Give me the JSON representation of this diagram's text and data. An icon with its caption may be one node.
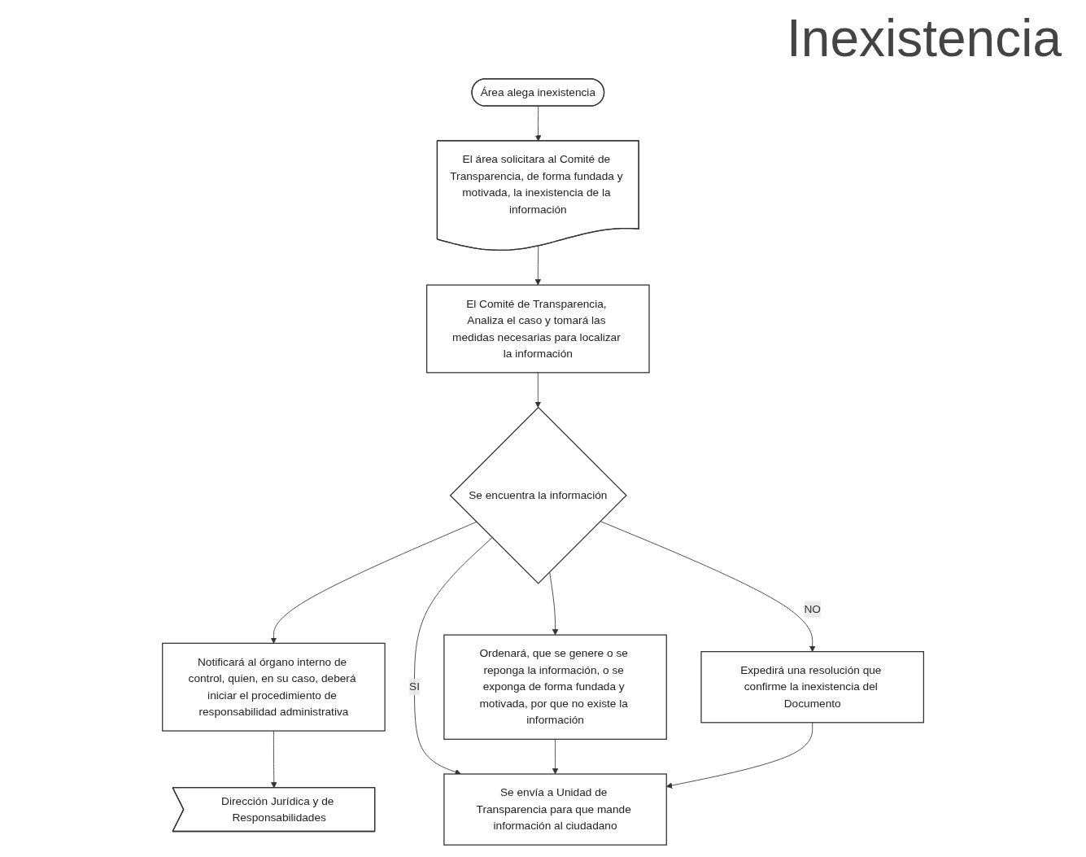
{
  "diagram": {
    "title": "Inexistencia",
    "nodes": [
      {
        "text": [
          "Área alega inexistencia"
        ]
      },
      {
        "text": [
          "El área solicitara al Comité de Transparencia, de forma fundada y motivada, la inexistencia de la información"
        ]
      },
      {
        "text": [
          "El Comité de Transparencia, Analiza el caso y tomará las medidas necesarias para localizar la información"
        ]
      },
      {
        "text": [
          "Se encuentra la información"
        ]
      },
      {
        "text": [
          "Notificará al órgano interno de control, quien, en su caso, deberá iniciar el procedimiento de responsabilidad administrativa"
        ]
      },
      {
        "text": [
          "Dirección Jurídica y de Responsabilidades"
        ]
      },
      {
        "text": [
          "Ordenará, que se genere o se reponga la información, o se exponga de forma fundada y motivada, por que no existe la información"
        ]
      },
      {
        "text": [
          "Expedirá una resolución que confirme la inexistencia del Documento"
        ]
      },
      {
        "text": [
          "Se envía a Unidad de Transparencia para que mande información al ciudadano"
        ]
      }
    ],
    "edges": [
      {
        "from": 0,
        "to": 1,
        "arrow": "to"
      },
      {
        "from": 1,
        "to": 2,
        "arrow": "to"
      },
      {
        "from": 2,
        "to": 3,
        "arrow": "to"
      },
      {
        "from": 3,
        "to": 4,
        "arrow": "to"
      },
      {
        "from": 3,
        "to": 6,
        "arrow": "to"
      },
      {
        "from": 3,
        "to": 7,
        "label": "NO",
        "arrow": "to"
      },
      {
        "from": 3,
        "to": 8,
        "label": "SI",
        "arrow": "to"
      },
      {
        "from": 4,
        "to": 5,
        "arrow": "to"
      },
      {
        "from": 6,
        "to": 8,
        "arrow": "to"
      },
      {
        "from": 7,
        "to": 8,
        "arrow": "to"
      }
    ]
  }
}
